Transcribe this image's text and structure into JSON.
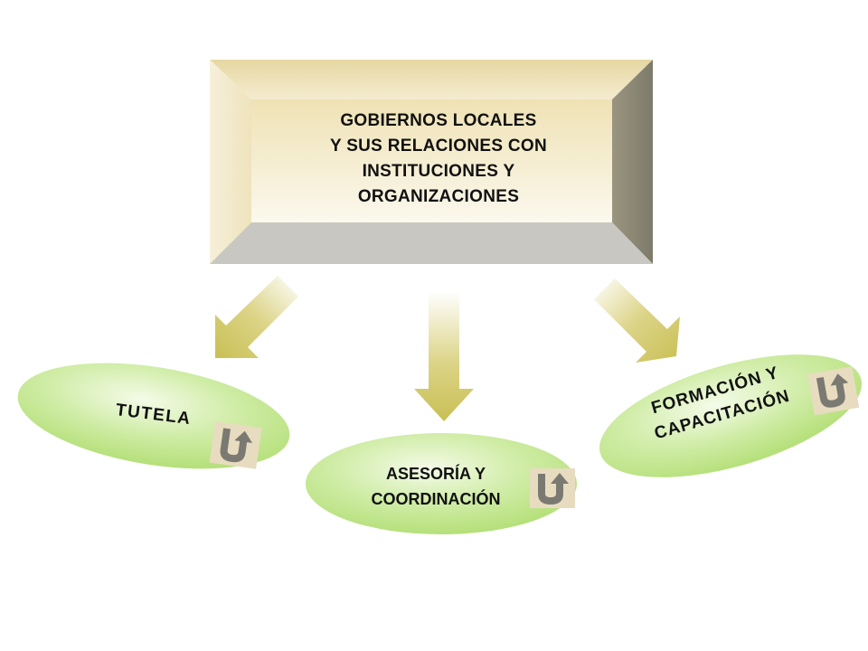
{
  "main_box": {
    "lines": [
      "GOBIERNOS LOCALES",
      "Y SUS RELACIONES CON",
      "INSTITUCIONES Y",
      "ORGANIZACIONES"
    ]
  },
  "nodes": [
    {
      "id": "tutela",
      "lines": [
        "TUTELA"
      ]
    },
    {
      "id": "asesoria",
      "lines": [
        "ASESORÍA Y",
        "COORDINACIÓN"
      ]
    },
    {
      "id": "formacion",
      "lines": [
        "FORMACIÓN Y",
        "CAPACITACIÓN"
      ]
    }
  ],
  "colors": {
    "box_face": "#f3ebc8",
    "box_light": "#ece0b2",
    "box_shadow": "#8c8674",
    "box_bottom": "#c8c6c0",
    "arrow": "#d4cc6e",
    "oval": "#c7e89a",
    "return_icon": "#7a7a72",
    "return_bg": "#e8dcc0"
  },
  "icons": [
    "return-arrow-icon",
    "down-arrow-icon"
  ]
}
